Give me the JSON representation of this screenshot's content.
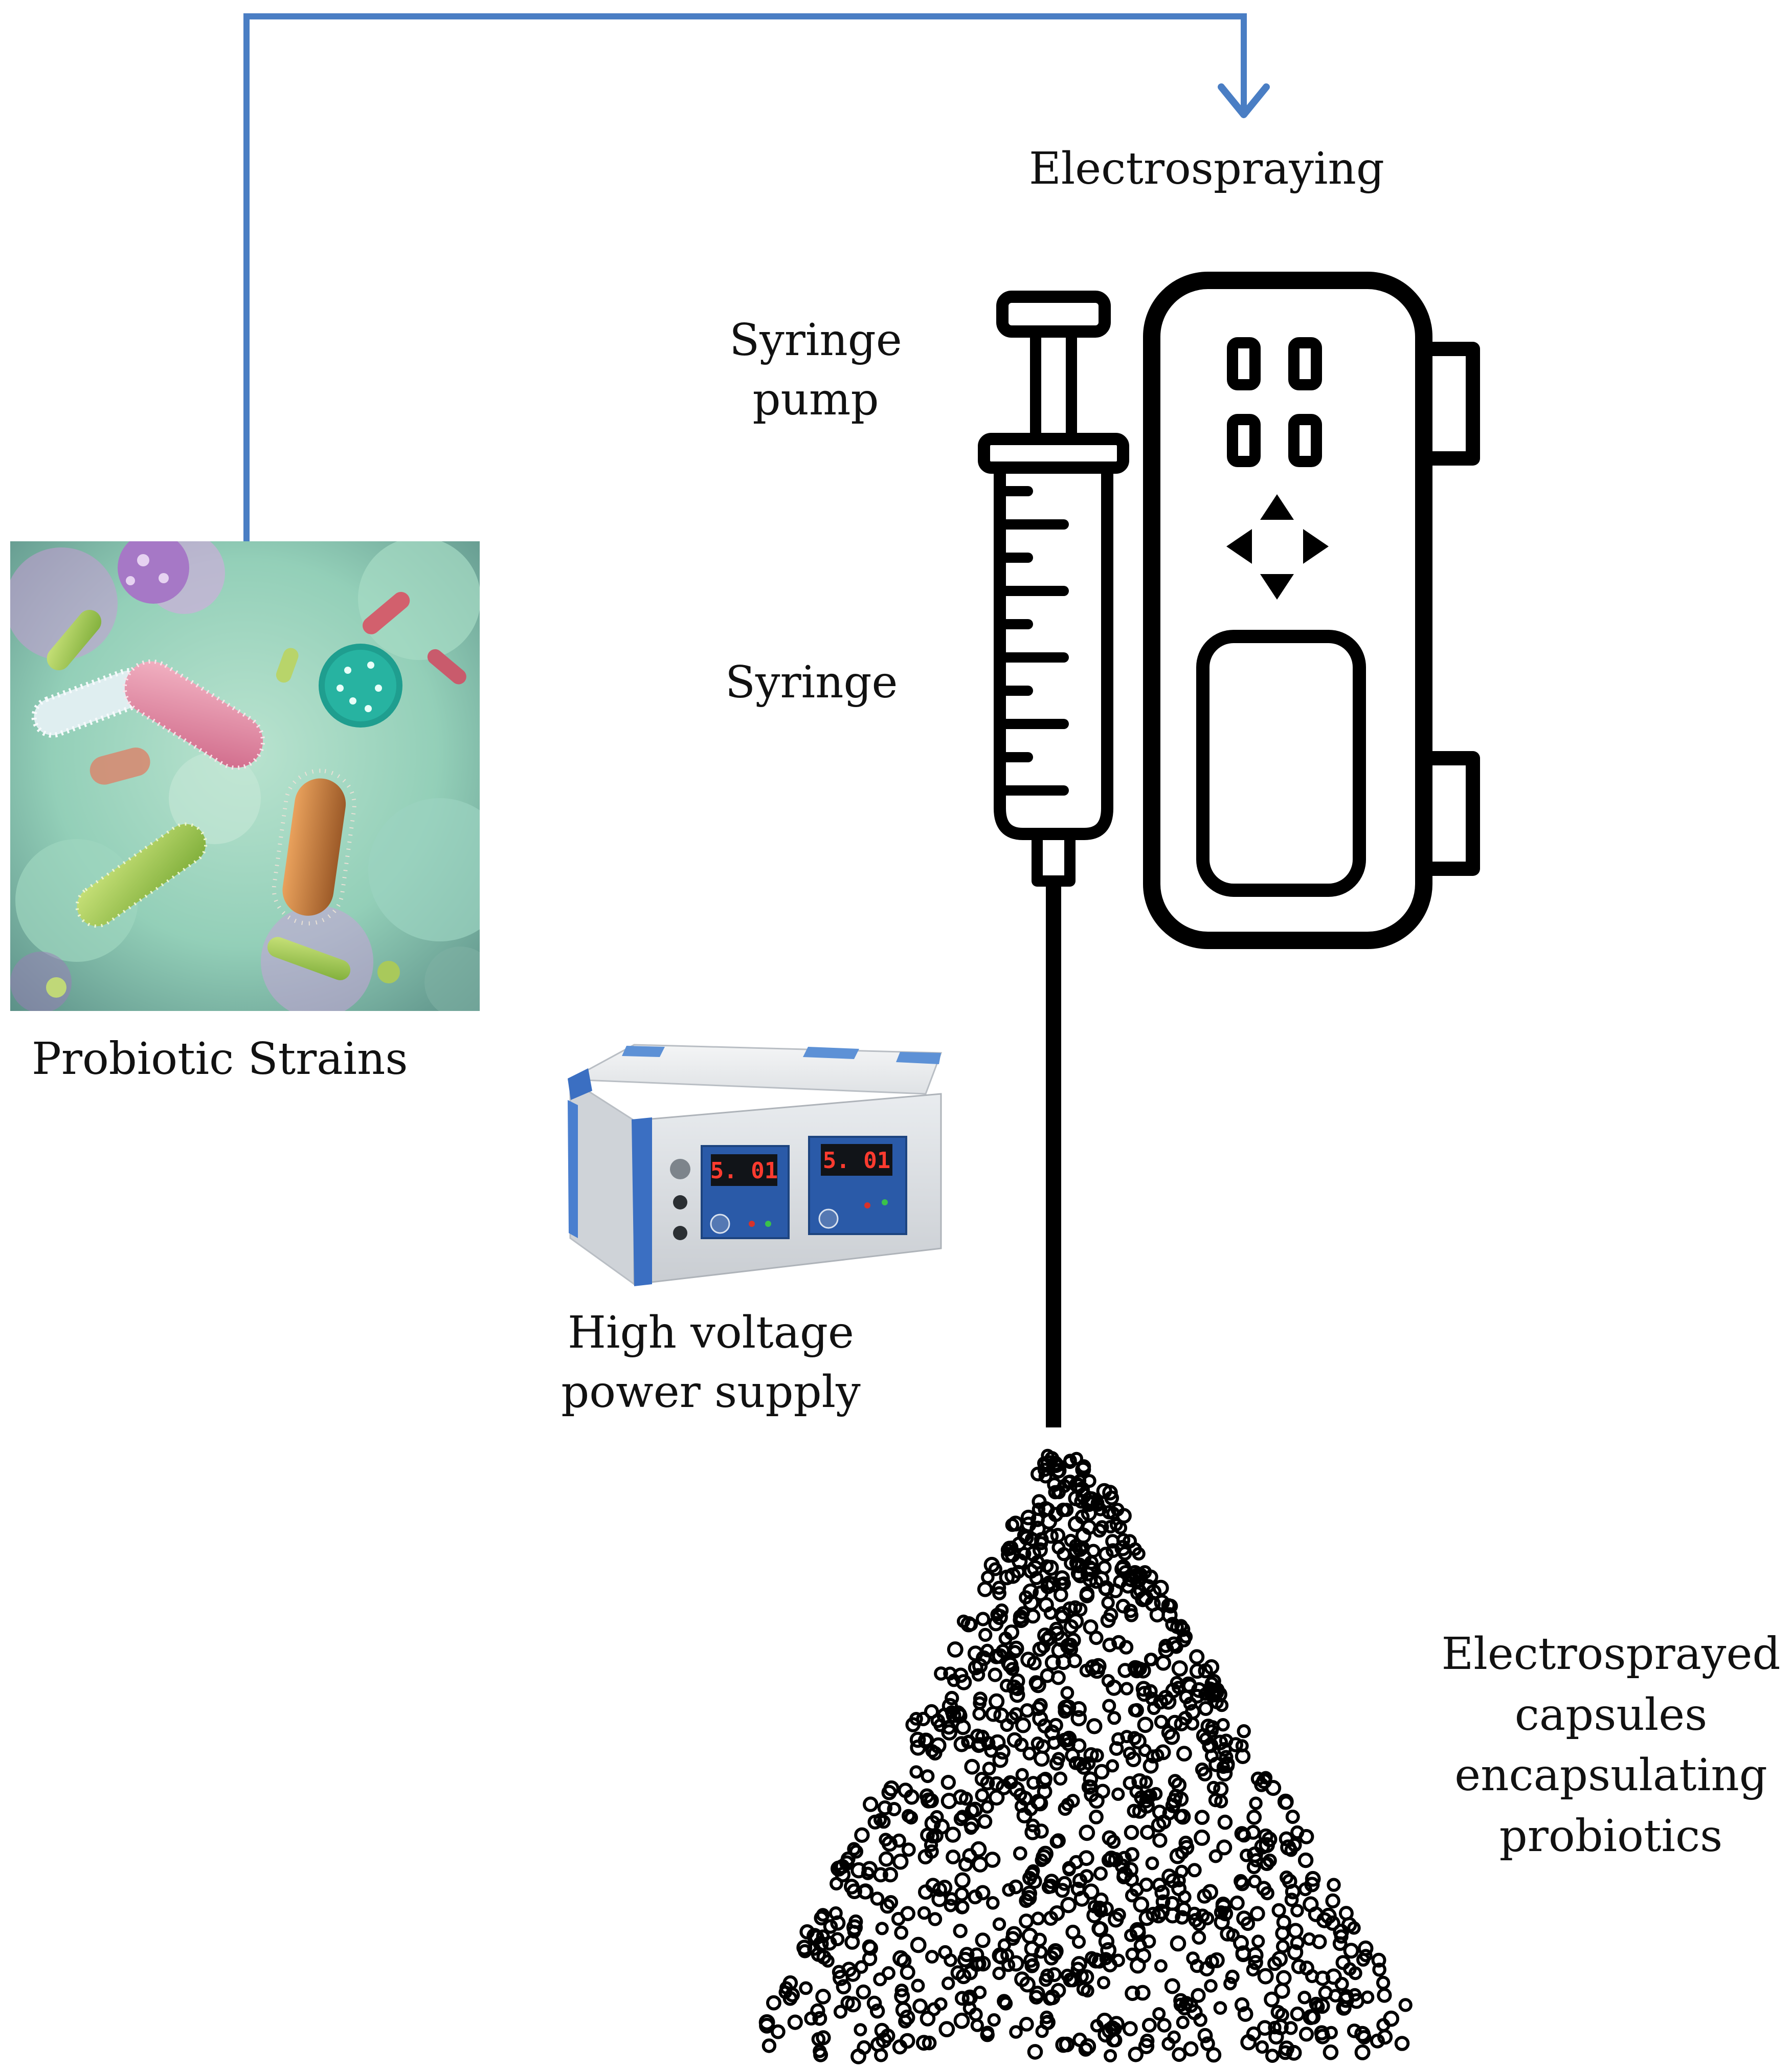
{
  "labels": {
    "electrospraying": "Electrospraying",
    "syringe_pump_line1": "Syringe",
    "syringe_pump_line2": "pump",
    "syringe": "Syringe",
    "probiotic_strains": "Probiotic Strains",
    "power_supply_line1": "High voltage",
    "power_supply_line2": "power supply",
    "capsules_line1": "Electrosprayed",
    "capsules_line2": "capsules",
    "capsules_line3": "encapsulating",
    "capsules_line4": "probiotics"
  },
  "power_supply": {
    "display_left": "5. 01",
    "display_right": "5. 01"
  },
  "colors": {
    "flow_arrow": "#4a7ec4",
    "line_art": "#000000",
    "display_digits": "#ff3b2f",
    "panel_blue": "#2a5aa8"
  }
}
